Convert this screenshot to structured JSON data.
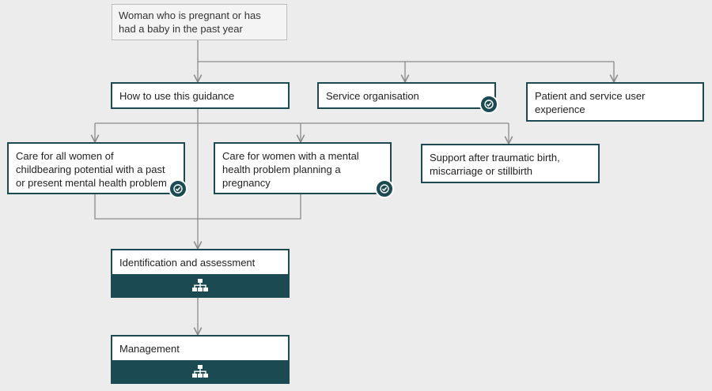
{
  "theme": {
    "accent": "#1c4a52",
    "background": "#ececec",
    "connector": "#8a8a8a"
  },
  "nodes": {
    "root": {
      "lines": [
        "Woman who is pregnant or has",
        "had a baby in the past year"
      ]
    },
    "how_to_use": {
      "label": "How to use this guidance"
    },
    "service_org": {
      "label": "Service organisation",
      "icon": "check-badge-icon"
    },
    "patient_exp": {
      "lines": [
        "Patient and service user",
        "experience"
      ]
    },
    "care_all": {
      "lines": [
        "Care for all women of",
        "childbearing potential with a past",
        "or present mental health problem"
      ],
      "icon": "check-badge-icon"
    },
    "care_planning": {
      "lines": [
        "Care for women with a mental",
        "health problem planning a",
        "pregnancy"
      ],
      "icon": "check-badge-icon"
    },
    "support_after": {
      "lines": [
        "Support after traumatic birth,",
        "miscarriage or stillbirth"
      ]
    },
    "identification": {
      "label": "Identification and assessment",
      "icon": "hierarchy-icon"
    },
    "management": {
      "label": "Management",
      "icon": "hierarchy-icon"
    }
  }
}
